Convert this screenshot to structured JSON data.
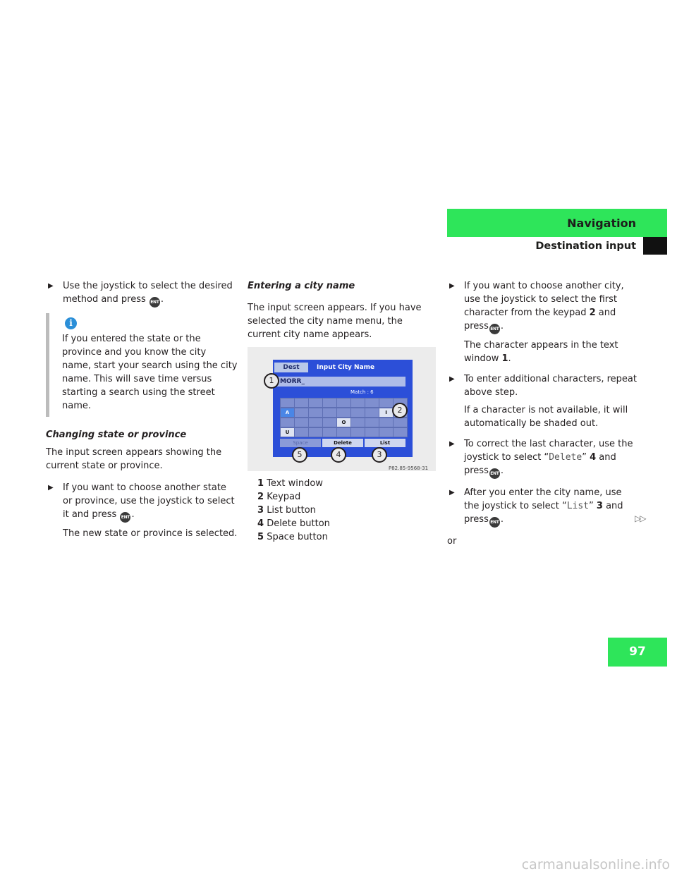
{
  "header": {
    "title": "Navigation",
    "subtitle": "Destination input"
  },
  "page_number": "97",
  "col1": {
    "step1": "Use the joystick to select the desired method and press",
    "info": "If you entered the state or the province and you know the city name, start your search using the city name. This will save time versus starting a search using the street name.",
    "heading": "Changing state or province",
    "para": "The input screen appears showing the current state or province.",
    "step2": "If you want to choose another state or province, use the joystick to select it and press",
    "note": "The new state or province is selected."
  },
  "col2": {
    "heading": "Entering a city name",
    "para": "The input screen appears. If you have selected the city name menu, the current city name appears.",
    "legend": [
      {
        "num": "1",
        "text": "Text window"
      },
      {
        "num": "2",
        "text": "Keypad"
      },
      {
        "num": "3",
        "text": "List button"
      },
      {
        "num": "4",
        "text": "Delete button"
      },
      {
        "num": "5",
        "text": "Space button"
      }
    ]
  },
  "screen": {
    "tab_dest": "Dest",
    "tab_title": "Input City Name",
    "text_value": "MORR_",
    "match": "Match : 6",
    "key_a": "A",
    "key_u": "U",
    "key_o": "O",
    "key_i": "I",
    "btn_space": "Space",
    "btn_delete": "Delete",
    "btn_list": "List",
    "code": "P82.85-9568-31",
    "callouts": [
      "1",
      "2",
      "3",
      "4",
      "5"
    ]
  },
  "col3": {
    "s1a": "If you want to choose another city, use the joystick to select the first character from the keypad",
    "s1n": "2",
    "s1b": "and press",
    "s1note_a": "The character appears in the text window",
    "s1note_n": "1",
    "s2": "To enter additional characters, repeat above step.",
    "s2note": "If a character is not available, it will automatically be shaded out.",
    "s3a": "To correct the last character, use the joystick to select “",
    "s3code": "Delete",
    "s3b": "”",
    "s3n": "4",
    "s3c": "and press",
    "s4a": "After you enter the city name, use the joystick to select “",
    "s4code": "List",
    "s4b": "”",
    "s4n": "3",
    "s4c": "and press",
    "or": "or"
  },
  "continue": "▷▷",
  "ent_label": "ENT",
  "info_glyph": "i",
  "watermark": "carmanualsonline.info"
}
